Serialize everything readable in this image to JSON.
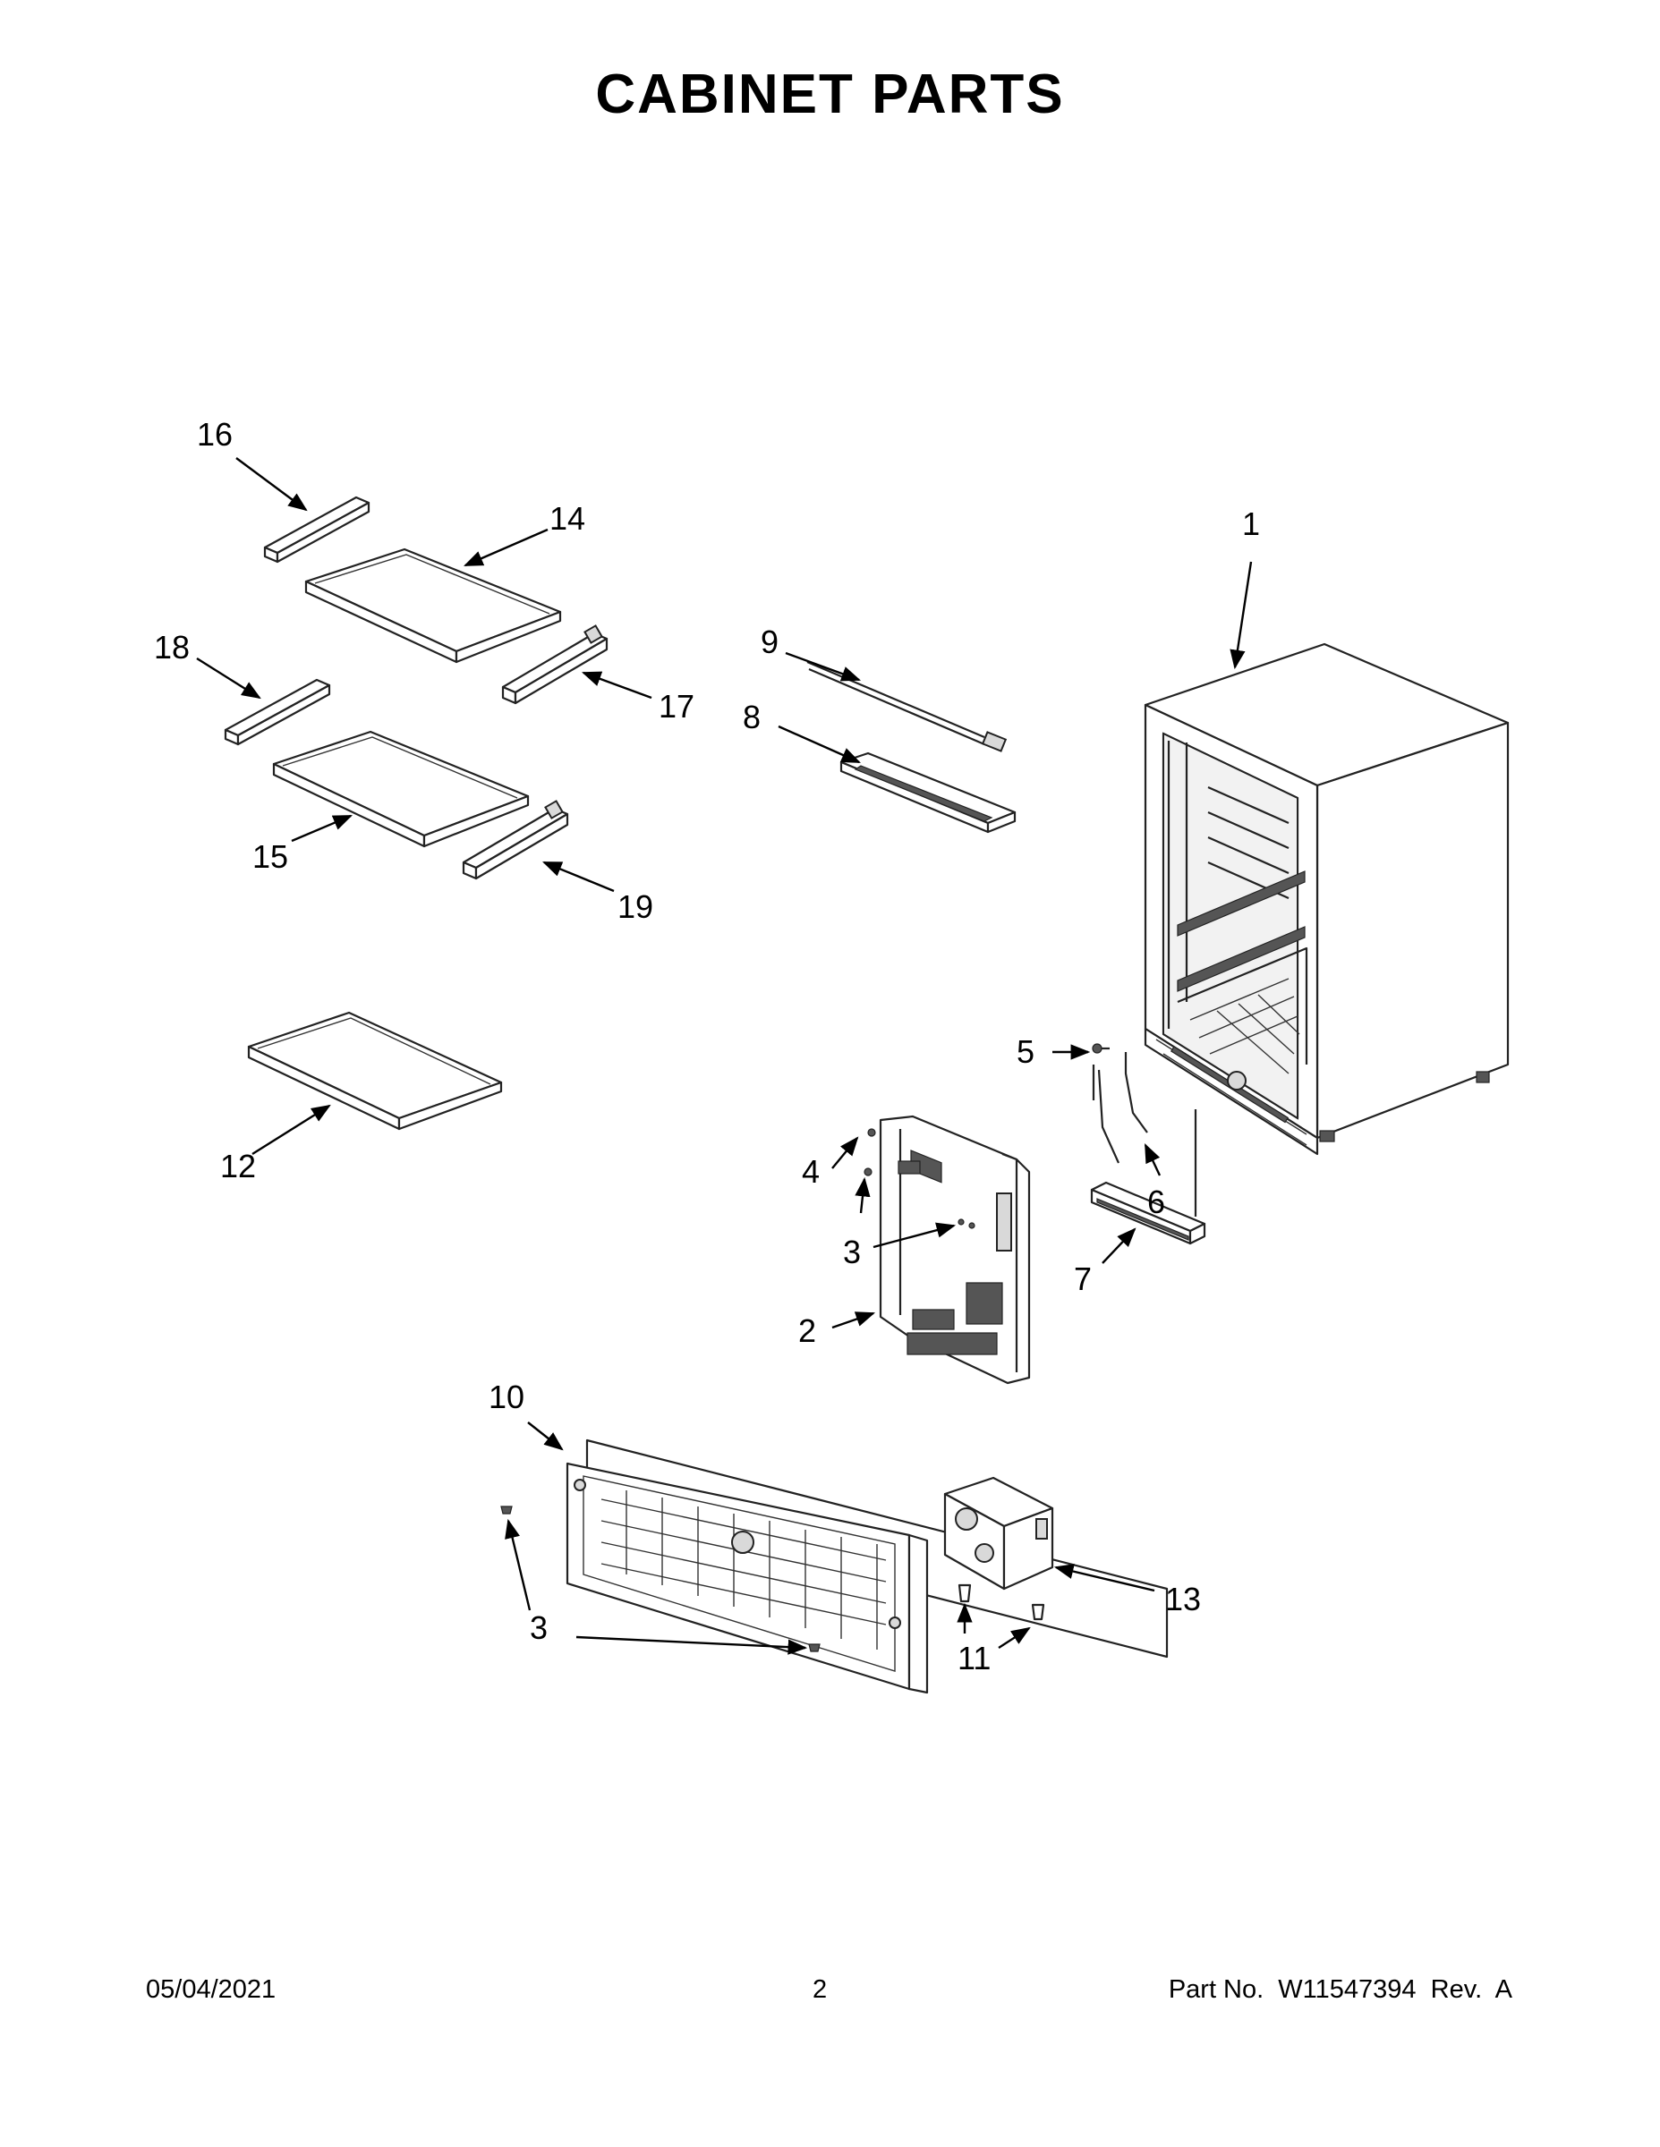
{
  "title": "CABINET PARTS",
  "callouts": [
    {
      "id": "c1",
      "label": "1"
    },
    {
      "id": "c2",
      "label": "2"
    },
    {
      "id": "c3a",
      "label": "3"
    },
    {
      "id": "c3b",
      "label": "3"
    },
    {
      "id": "c4",
      "label": "4"
    },
    {
      "id": "c5",
      "label": "5"
    },
    {
      "id": "c6",
      "label": "6"
    },
    {
      "id": "c7",
      "label": "7"
    },
    {
      "id": "c8",
      "label": "8"
    },
    {
      "id": "c9",
      "label": "9"
    },
    {
      "id": "c10",
      "label": "10"
    },
    {
      "id": "c11",
      "label": "11"
    },
    {
      "id": "c12",
      "label": "12"
    },
    {
      "id": "c13",
      "label": "13"
    },
    {
      "id": "c14",
      "label": "14"
    },
    {
      "id": "c15",
      "label": "15"
    },
    {
      "id": "c16",
      "label": "16"
    },
    {
      "id": "c17",
      "label": "17"
    },
    {
      "id": "c18",
      "label": "18"
    },
    {
      "id": "c19",
      "label": "19"
    }
  ],
  "footer": {
    "date": "05/04/2021",
    "page": "2",
    "part_no": "Part No.  W11547394  Rev.  A"
  }
}
